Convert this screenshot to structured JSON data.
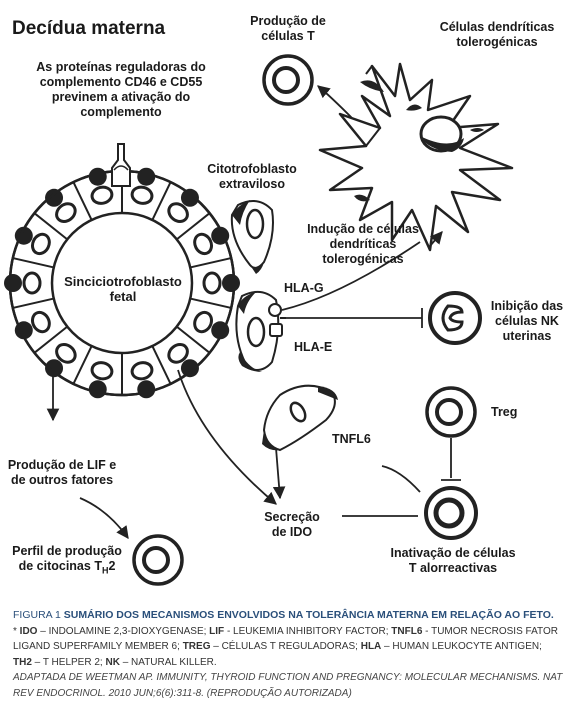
{
  "title": "Decídua materna",
  "labels": {
    "complement": [
      "As proteínas reguladoras do",
      "complemento CD46 e CD55",
      "previnem a ativação do",
      "complemento"
    ],
    "producao_t": [
      "Produção de",
      "células T"
    ],
    "dendriticas": [
      "Células dendríticas",
      "tolerogénicas"
    ],
    "citotrofo": [
      "Citotrofoblasto",
      "extraviloso"
    ],
    "sincicio": [
      "Sinciciotrofoblasto",
      "fetal"
    ],
    "inducao": [
      "Indução de células",
      "dendríticas",
      "tolerogénicas"
    ],
    "hla_g": "HLA-G",
    "hla_e": "HLA-E",
    "inibicao": [
      "Inibição das",
      "células NK",
      "uterinas"
    ],
    "treg": "Treg",
    "tnfl6": "TNFL6",
    "lif": [
      "Produção de LIF e",
      "de outros fatores"
    ],
    "secrecao": [
      "Secreção",
      "de IDO"
    ],
    "inativacao": [
      "Inativação de células",
      "T alorreactivas"
    ],
    "perfil": [
      "Perfil de produção",
      "de citocinas T",
      "H",
      "2"
    ]
  },
  "caption": {
    "figure_num": "FIGURA 1",
    "figure_title": "SUMÁRIO DOS MECANISMOS ENVOLVIDOS NA TOLERÂNCIA MATERNA EM RELAÇÃO AO FETO.",
    "abbr_intro": "* ",
    "abbrs": [
      {
        "abbr": "IDO",
        "text": " – INDOLAMINE 2,3-DIOXYGENASE; "
      },
      {
        "abbr": "LIF",
        "text": " - LEUKEMIA INHIBITORY FACTOR; "
      },
      {
        "abbr": "TNFL6",
        "text": " - TUMOR NECROSIS FATOR LIGAND SUPERFAMILY MEMBER 6; "
      },
      {
        "abbr": "TREG",
        "text": " – CÉLULAS T REGULADORAS; "
      },
      {
        "abbr": "HLA",
        "text": " – HUMAN LEUKOCYTE ANTIGEN; "
      },
      {
        "abbr": "TH2",
        "text": " – T HELPER 2; "
      },
      {
        "abbr": "NK",
        "text": " – NATURAL KILLER."
      }
    ],
    "source": "ADAPTADA DE WEETMAN AP. IMMUNITY, THYROID FUNCTION AND PREGNANCY: MOLECULAR MECHANISMS. NAT REV ENDOCRINOL. 2010 JUN;6(6):311-8. (REPRODUÇÃO AUTORIZADA)"
  }
}
